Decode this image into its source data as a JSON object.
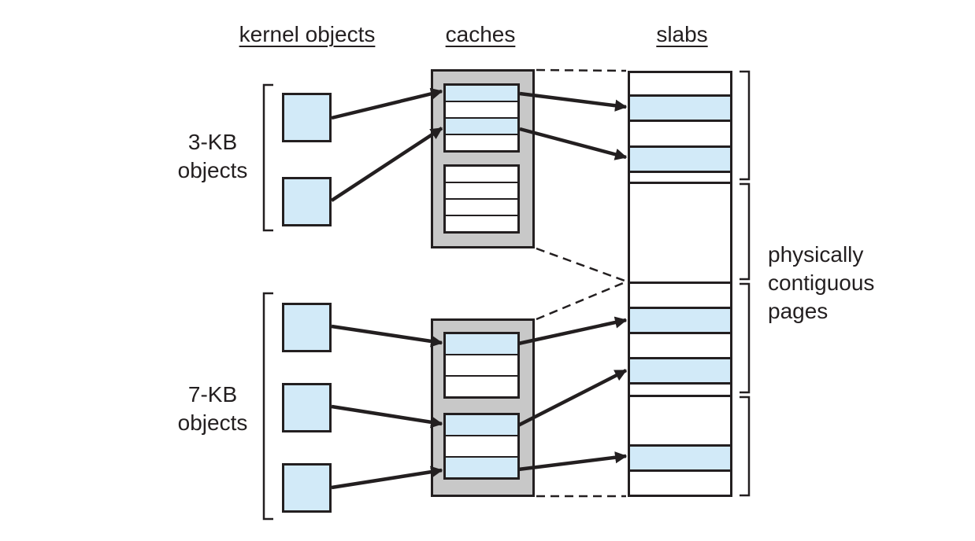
{
  "headers": {
    "kernel_objects": "kernel objects",
    "caches": "caches",
    "slabs": "slabs"
  },
  "object_groups": [
    {
      "label": [
        "3-KB",
        "objects"
      ],
      "square_count": 2
    },
    {
      "label": [
        "7-KB",
        "objects"
      ],
      "square_count": 3
    }
  ],
  "caches": [
    {
      "row_groups": [
        [
          "blue",
          "white",
          "blue",
          "white"
        ],
        [
          "white",
          "white",
          "white",
          "white"
        ]
      ]
    },
    {
      "row_groups": [
        [
          "blue",
          "white",
          "white"
        ],
        [
          "blue",
          "white",
          "blue"
        ]
      ]
    }
  ],
  "slab_sections": [
    [
      "white",
      "blue",
      "white",
      "blue",
      "white"
    ],
    [
      "white"
    ],
    [
      "white",
      "blue",
      "white",
      "blue",
      "white"
    ],
    [
      "white",
      "blue",
      "white"
    ]
  ],
  "right_label": [
    "physically",
    "contiguous",
    "pages"
  ],
  "connections": [
    {
      "from": "object-1",
      "to": "cache1-row1"
    },
    {
      "from": "object-2",
      "to": "cache1-row3"
    },
    {
      "from": "cache1-row1",
      "to": "slab-band-2"
    },
    {
      "from": "cache1-row3",
      "to": "slab-band-4"
    },
    {
      "from": "object-3",
      "to": "cache2-row1"
    },
    {
      "from": "object-4",
      "to": "cache2-row4"
    },
    {
      "from": "object-5",
      "to": "cache2-row6"
    },
    {
      "from": "cache2-row1",
      "to": "slab-band-8"
    },
    {
      "from": "cache2-row4",
      "to": "slab-band-10"
    },
    {
      "from": "cache2-row6",
      "to": "slab-band-13"
    }
  ],
  "colors": {
    "object_blue": "#d2eaf8",
    "cache_gray": "#c8c8c8",
    "line": "#231f20",
    "white": "#ffffff"
  }
}
